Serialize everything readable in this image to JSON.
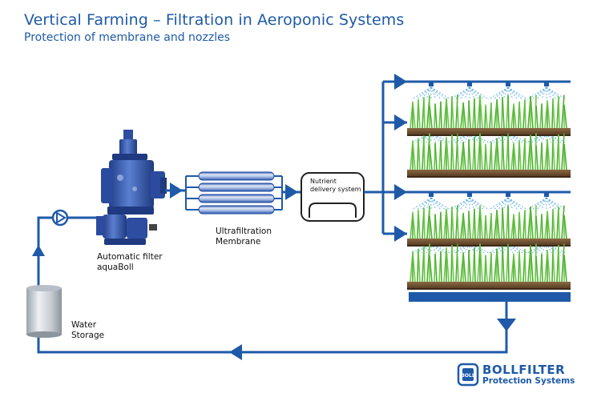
{
  "header": {
    "title": "Vertical Farming – Filtration in Aeroponic Systems",
    "subtitle": "Protection of membrane and nozzles"
  },
  "labels": {
    "filter_line1": "Automatic filter",
    "filter_line2": "aquaBoll",
    "membrane_line1": "Ultrafiltration",
    "membrane_line2": "Membrane",
    "nutrient_line1": "Nutrient",
    "nutrient_line2": "delivery system",
    "storage_line1": "Water",
    "storage_line2": "Storage"
  },
  "logo": {
    "name": "BOLLFILTER",
    "tagline": "Protection Systems",
    "emblem": "BOLL"
  },
  "colors": {
    "pipe": "#1e5aa8",
    "title": "#1e5aa8",
    "filter_body": "#3b5fb5",
    "grass": "#4caf2e",
    "soil": "#7a5a3a",
    "spray": "#4aa3df",
    "tank": "#d9dde3"
  }
}
